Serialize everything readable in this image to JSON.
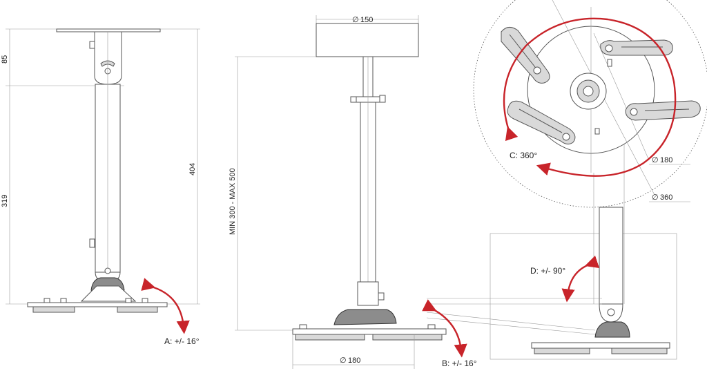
{
  "dimensions": {
    "left_top": "85",
    "left_bottom": "319",
    "left_total": "404",
    "middle_height": "MIN 300 - MAX 500",
    "plate_top": "150",
    "plate_bottom": "180",
    "disc_inner": "180",
    "disc_outer": "360"
  },
  "rotations": {
    "a": "A: +/- 16°",
    "b": "B: +/- 16°",
    "c": "C: 360°",
    "d": "D: +/- 90°"
  },
  "symbols": {
    "diameter": "∅"
  },
  "colors": {
    "arrow": "#c8242a",
    "line": "#6b6b6b"
  }
}
